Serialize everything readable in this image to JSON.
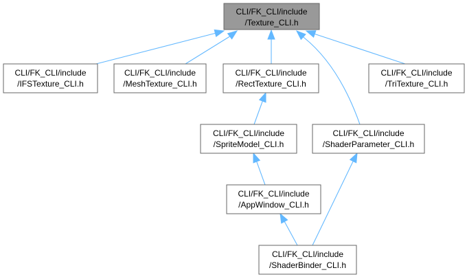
{
  "colors": {
    "background": "#ffffff",
    "edge": "#63b8ff",
    "node_border": "#666666",
    "node_fill": "#ffffff",
    "root_fill": "#999999",
    "text": "#000000"
  },
  "nodes": {
    "texture": {
      "line1": "CLI/FK_CLI/include",
      "line2": "/Texture_CLI.h",
      "highlighted": true
    },
    "ifs_texture": {
      "line1": "CLI/FK_CLI/include",
      "line2": "/IFSTexture_CLI.h"
    },
    "mesh_texture": {
      "line1": "CLI/FK_CLI/include",
      "line2": "/MeshTexture_CLI.h"
    },
    "rect_texture": {
      "line1": "CLI/FK_CLI/include",
      "line2": "/RectTexture_CLI.h"
    },
    "tri_texture": {
      "line1": "CLI/FK_CLI/include",
      "line2": "/TriTexture_CLI.h"
    },
    "sprite_model": {
      "line1": "CLI/FK_CLI/include",
      "line2": "/SpriteModel_CLI.h"
    },
    "shader_parameter": {
      "line1": "CLI/FK_CLI/include",
      "line2": "/ShaderParameter_CLI.h"
    },
    "app_window": {
      "line1": "CLI/FK_CLI/include",
      "line2": "/AppWindow_CLI.h"
    },
    "shader_binder": {
      "line1": "CLI/FK_CLI/include",
      "line2": "/ShaderBinder_CLI.h"
    }
  },
  "edges": [
    {
      "from": "ifs_texture",
      "to": "texture"
    },
    {
      "from": "mesh_texture",
      "to": "texture"
    },
    {
      "from": "rect_texture",
      "to": "texture"
    },
    {
      "from": "shader_parameter",
      "to": "texture"
    },
    {
      "from": "tri_texture",
      "to": "texture"
    },
    {
      "from": "sprite_model",
      "to": "rect_texture"
    },
    {
      "from": "app_window",
      "to": "sprite_model"
    },
    {
      "from": "shader_binder",
      "to": "app_window"
    },
    {
      "from": "shader_binder",
      "to": "shader_parameter"
    }
  ]
}
